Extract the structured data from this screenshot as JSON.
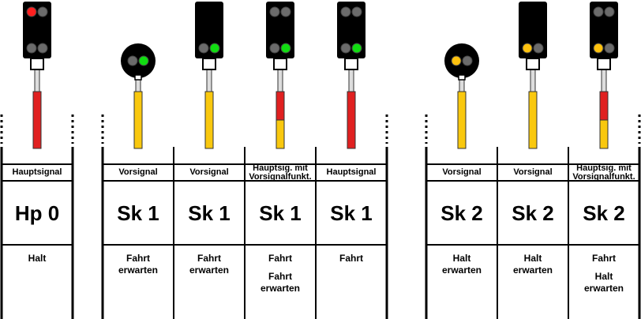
{
  "columns": [
    {
      "type": "Hauptsignal",
      "code": "Hp 0",
      "meaning": [
        "Halt"
      ]
    },
    {
      "type": "Vorsignal",
      "code": "Sk 1",
      "meaning": [
        "Fahrt",
        "erwarten"
      ]
    },
    {
      "type": "Vorsignal",
      "code": "Sk 1",
      "meaning": [
        "Fahrt",
        "erwarten"
      ]
    },
    {
      "type": "Hauptsig. mit Vorsignalfunkt.",
      "type_lines": [
        "Hauptsig. mit",
        "Vorsignalfunkt."
      ],
      "code": "Sk 1",
      "meaning": [
        "Fahrt",
        "",
        "Fahrt",
        "erwarten"
      ]
    },
    {
      "type": "Hauptsignal",
      "code": "Sk 1",
      "meaning": [
        "Fahrt"
      ]
    },
    {
      "type": "Vorsignal",
      "code": "Sk 2",
      "meaning": [
        "Halt",
        "erwarten"
      ]
    },
    {
      "type": "Vorsignal",
      "code": "Sk 2",
      "meaning": [
        "Halt",
        "erwarten"
      ]
    },
    {
      "type": "Hauptsig. mit Vorsignalfunkt.",
      "type_lines": [
        "Hauptsig. mit",
        "Vorsignalfunkt."
      ],
      "code": "Sk 2",
      "meaning": [
        "Fahrt",
        "",
        "Halt",
        "erwarten"
      ]
    }
  ],
  "signals": [
    {
      "kind": "main",
      "lamps": [
        "red",
        "off",
        "off",
        "off"
      ],
      "mast_stripes": [
        "red"
      ]
    },
    {
      "kind": "distant",
      "lamps": [
        "off",
        "green"
      ],
      "mast_stripes": [
        "yellow"
      ]
    },
    {
      "kind": "main",
      "lamps": [
        "off",
        "green"
      ],
      "mast_stripes": [
        "yellow"
      ]
    },
    {
      "kind": "main",
      "lamps": [
        "off",
        "off",
        "off",
        "green"
      ],
      "mast_stripes": [
        "red",
        "yellow"
      ]
    },
    {
      "kind": "main",
      "lamps": [
        "off",
        "off",
        "off",
        "green"
      ],
      "mast_stripes": [
        "red"
      ]
    },
    {
      "kind": "distant",
      "lamps": [
        "yellow",
        "off"
      ],
      "mast_stripes": [
        "yellow"
      ]
    },
    {
      "kind": "main",
      "lamps": [
        "yellow",
        "off"
      ],
      "mast_stripes": [
        "yellow"
      ]
    },
    {
      "kind": "main",
      "lamps": [
        "off",
        "off",
        "yellow",
        "off"
      ],
      "mast_stripes": [
        "red",
        "yellow"
      ]
    }
  ],
  "colors": {
    "red_lamp": "#ff2020",
    "green_lamp": "#11dd11",
    "yellow_lamp": "#ffc20e",
    "off_lamp": "#6b6b6b",
    "mast_red": "#e02020",
    "mast_yellow": "#f9c80e",
    "signal_body": "#000000",
    "line": "#000000"
  }
}
